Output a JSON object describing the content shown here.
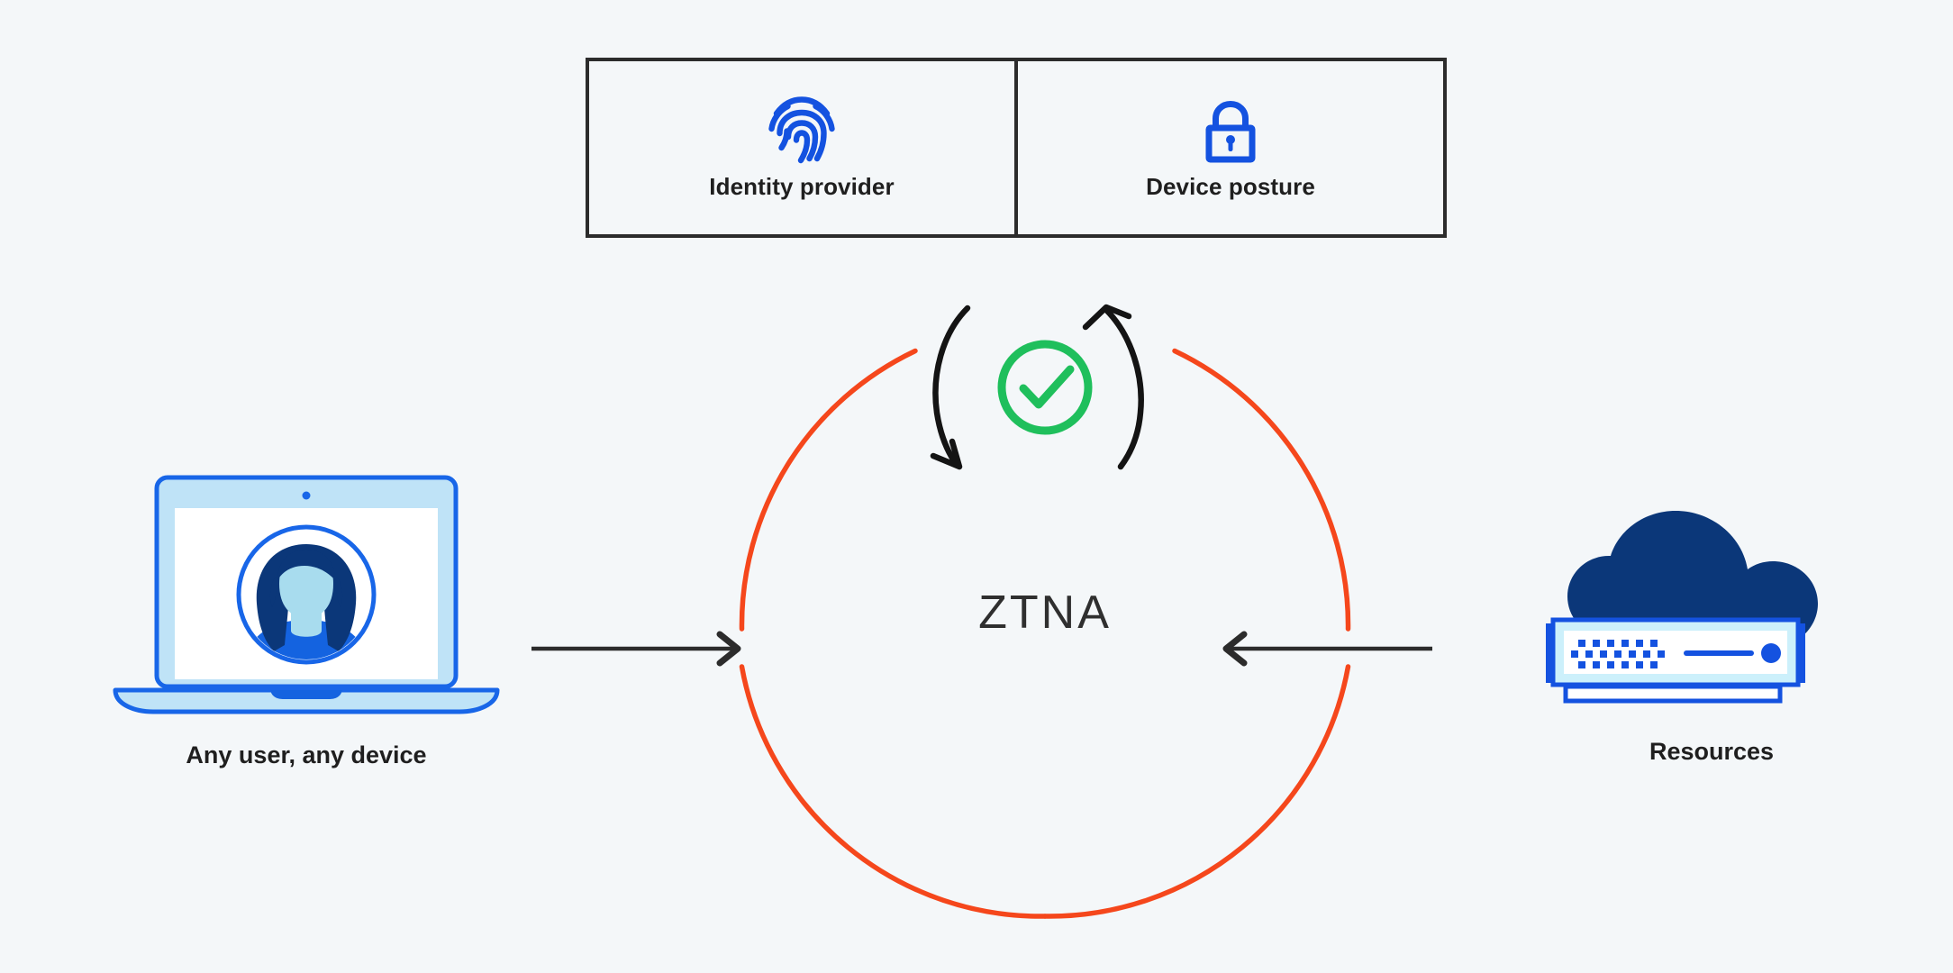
{
  "diagram": {
    "title": "ZTNA",
    "background_color": "#f4f7f9",
    "accent_orange": "#f5471c",
    "accent_green": "#1fbf5c",
    "accent_blue": "#1452e0",
    "accent_navy": "#0b3779",
    "accent_dark": "#2c2c2c"
  },
  "policy_box": {
    "cells": [
      {
        "icon": "fingerprint-icon",
        "label": "Identity provider"
      },
      {
        "icon": "padlock-icon",
        "label": "Device posture"
      }
    ]
  },
  "center": {
    "label": "ZTNA",
    "status_icon": "check-circle-icon",
    "status_color": "#1fbf5c",
    "ring_color": "#f5471c",
    "refresh_icon": "refresh-arrows-icon"
  },
  "nodes": {
    "left": {
      "icon": "laptop-user-icon",
      "label": "Any user, any device"
    },
    "right": {
      "icon": "cloud-server-icon",
      "label": "Resources"
    }
  },
  "connectors": [
    {
      "name": "user-to-ztna",
      "direction": "right",
      "color": "#2c2c2c"
    },
    {
      "name": "resources-to-ztna",
      "direction": "left",
      "color": "#2c2c2c"
    }
  ]
}
